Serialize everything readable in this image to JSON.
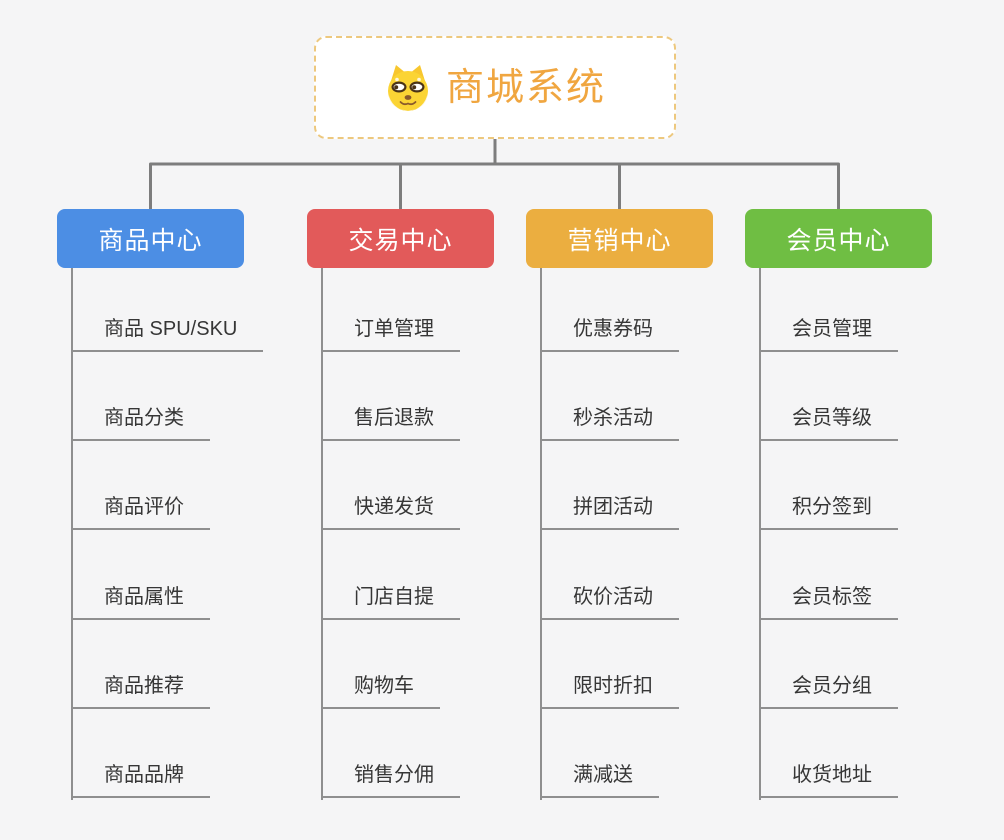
{
  "page": {
    "background": "#f5f5f6"
  },
  "root": {
    "title": "商城系统",
    "icon": "doge-icon",
    "text_color": "#F0A640",
    "border_color": "#EDC87E"
  },
  "connector_color": "#7d7d7d",
  "leaf_line_color": "#8f8f8f",
  "branches": [
    {
      "label": "商品中心",
      "color": "#4C8EE4",
      "children": [
        "商品 SPU/SKU",
        "商品分类",
        "商品评价",
        "商品属性",
        "商品推荐",
        "商品品牌"
      ]
    },
    {
      "label": "交易中心",
      "color": "#E25A5A",
      "children": [
        "订单管理",
        "售后退款",
        "快递发货",
        "门店自提",
        "购物车",
        "销售分佣"
      ]
    },
    {
      "label": "营销中心",
      "color": "#EBAE40",
      "children": [
        "优惠券码",
        "秒杀活动",
        "拼团活动",
        "砍价活动",
        "限时折扣",
        "满减送"
      ]
    },
    {
      "label": "会员中心",
      "color": "#6FBE43",
      "children": [
        "会员管理",
        "会员等级",
        "积分签到",
        "会员标签",
        "会员分组",
        "收货地址"
      ]
    }
  ]
}
